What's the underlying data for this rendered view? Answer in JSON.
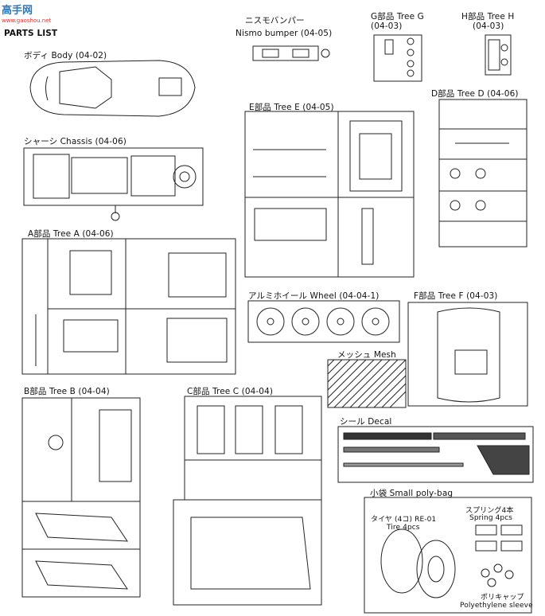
{
  "watermark": {
    "logo": "高手网",
    "site": "www.gaoshou.net"
  },
  "title": "PARTS LIST",
  "sections": {
    "body": "ボディ Body (04-02)",
    "chassis": "シャーシ Chassis (04-06)",
    "nismo_jp": "ニスモバンパー",
    "nismo_en": "Nismo bumper (04-05)",
    "tree_g": "G部品 Tree G",
    "tree_g_code": "(04-03)",
    "tree_h": "H部品 Tree H",
    "tree_h_code": "(04-03)",
    "tree_e": "E部品 Tree E (04-05)",
    "tree_d": "D部品 Tree D (04-06)",
    "tree_a": "A部品 Tree A (04-06)",
    "wheel": "アルミホイール Wheel (04-04-1)",
    "tree_f": "F部品 Tree F (04-03)",
    "mesh": "メッシュ Mesh",
    "tree_b": "B部品 Tree B (04-04)",
    "tree_c": "C部品 Tree C (04-04)",
    "decal": "シール Decal",
    "polybag": "小袋 Small poly-bag",
    "tire_jp": "タイヤ (4コ) RE-01",
    "tire_en": "Tire 4pcs",
    "spring_jp": "スプリング4本",
    "spring_en": "Spring 4pcs",
    "sleeve_jp": "ポリキャップ",
    "sleeve_en": "Polyethylene sleeve"
  }
}
